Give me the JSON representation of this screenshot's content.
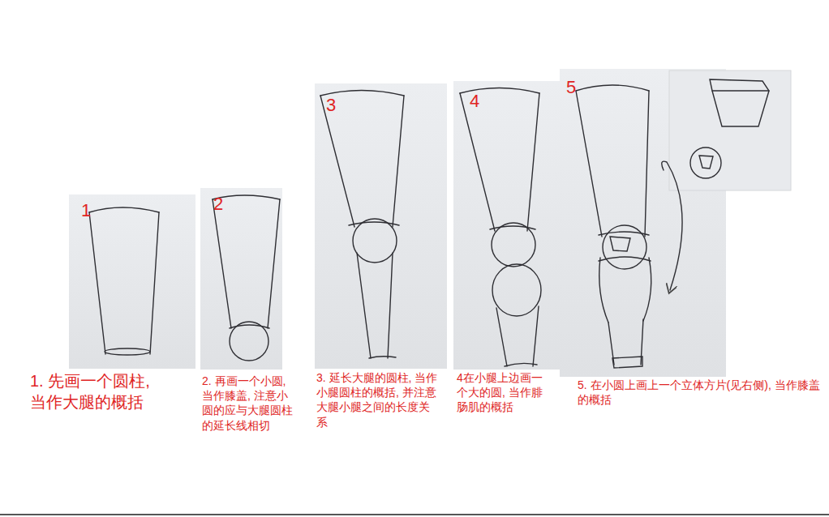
{
  "diagram": {
    "labels": [
      "1",
      "2",
      "3",
      "4",
      "5",
      "1. 先画一个圆柱, 当作大腿的概括",
      "2. 再画一个小圆, 当作膝盖, 注意小圆的应与大腿圆柱的延长线相切",
      "3. 延长大腿的圆柱, 当作小腿圆柱的概括, 并注意大腿小腿之间的长度关系",
      "4在小腿上边画一个大的圆, 当作腓肠肌的概括",
      "5. 在小圆上画上一个立体方片(见右侧), 当作膝盖的概括"
    ]
  }
}
